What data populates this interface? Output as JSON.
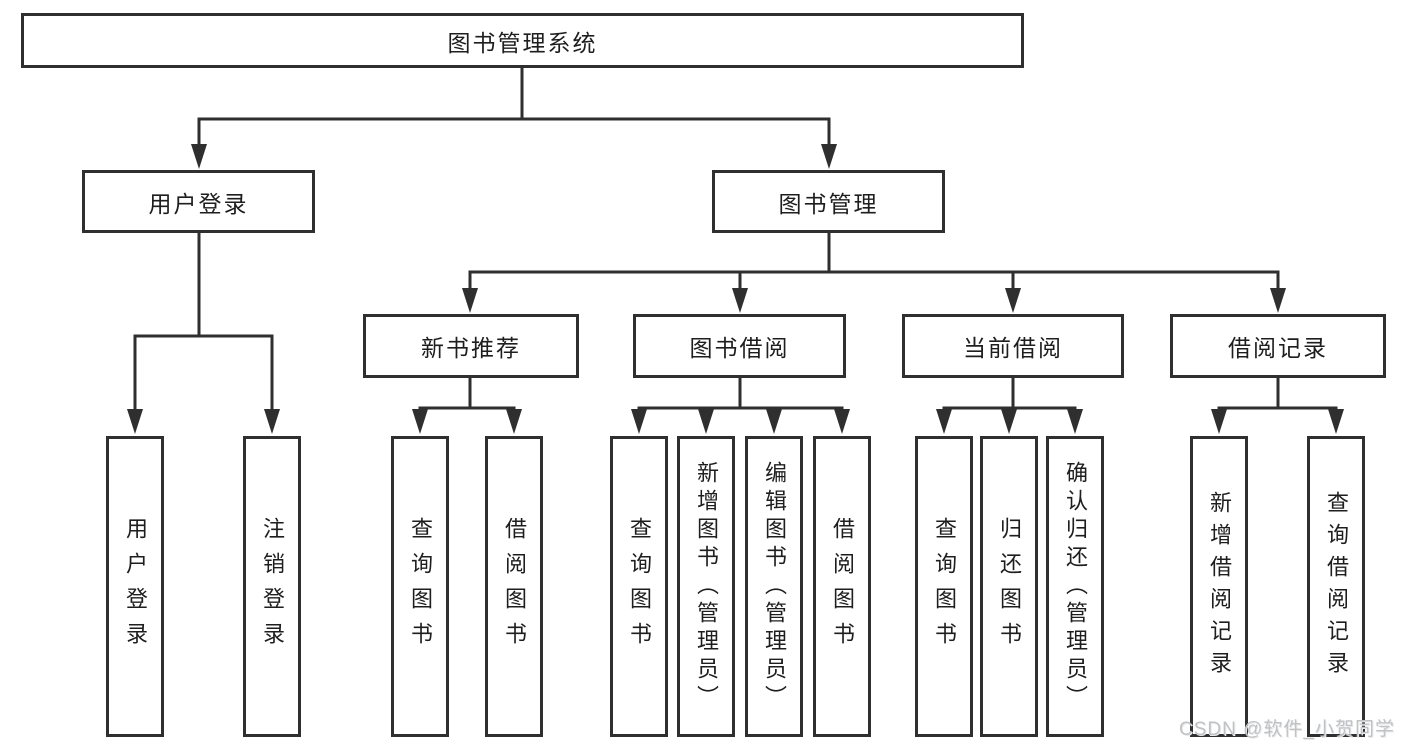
{
  "tree": {
    "root": {
      "label": "图书管理系统"
    },
    "login": {
      "label": "用户登录",
      "children": [
        {
          "label": "用户登录"
        },
        {
          "label": "注销登录"
        }
      ]
    },
    "management": {
      "label": "图书管理",
      "sections": [
        {
          "label": "新书推荐",
          "children": [
            {
              "label": "查询图书"
            },
            {
              "label": "借阅图书"
            }
          ]
        },
        {
          "label": "图书借阅",
          "children": [
            {
              "label": "查询图书"
            },
            {
              "label": "新增图书（管理员）"
            },
            {
              "label": "编辑图书（管理员）"
            },
            {
              "label": "借阅图书"
            }
          ]
        },
        {
          "label": "当前借阅",
          "children": [
            {
              "label": "查询图书"
            },
            {
              "label": "归还图书"
            },
            {
              "label": "确认归还（管理员）"
            }
          ]
        },
        {
          "label": "借阅记录",
          "children": [
            {
              "label": "新增借阅记录"
            },
            {
              "label": "查询借阅记录"
            }
          ]
        }
      ]
    }
  },
  "watermark": {
    "text": "CSDN @软件_小贺同学"
  },
  "colors": {
    "line": "#2f2f2f",
    "text": "#1e1e1e",
    "watermark": "#bfc3c6",
    "background": "#ffffff"
  }
}
